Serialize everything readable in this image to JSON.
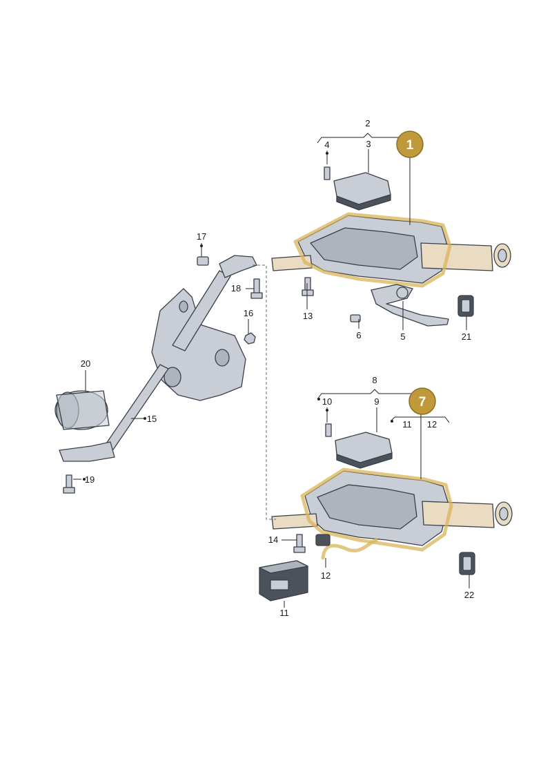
{
  "badges": {
    "badge_1": "1",
    "badge_7": "7"
  },
  "callouts": {
    "c2": "2",
    "c3": "3",
    "c4": "4",
    "c5": "5",
    "c6": "6",
    "c8": "8",
    "c9": "9",
    "c10": "10",
    "c11": "11",
    "c11b": "11",
    "c12": "12",
    "c12b": "12",
    "c13": "13",
    "c14": "14",
    "c15": "15",
    "c16": "16",
    "c17": "17",
    "c18": "18",
    "c19": "19",
    "c20": "20",
    "c21": "21",
    "c22": "22"
  },
  "colors": {
    "highlight": "#d8b45a",
    "badge": "#c09a3a",
    "part": "#c9ced6",
    "outline": "#3a3f47"
  }
}
